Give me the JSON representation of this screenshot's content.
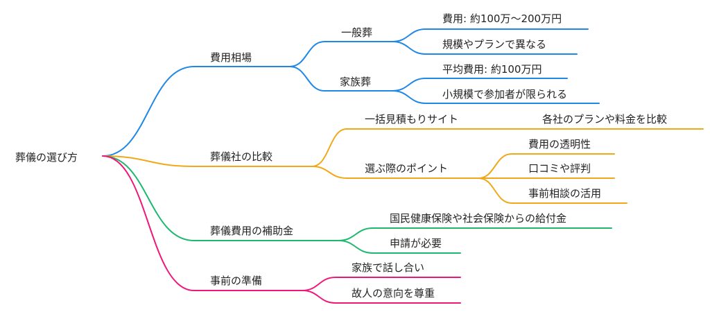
{
  "root": {
    "label": "葬儀の選び方"
  },
  "branches": [
    {
      "label": "費用相場",
      "color": "#1f87e6",
      "children": [
        {
          "label": "一般葬",
          "children": [
            {
              "label": "費用: 約100万～200万円"
            },
            {
              "label": "規模やプランで異なる"
            }
          ]
        },
        {
          "label": "家族葬",
          "children": [
            {
              "label": "平均費用: 約100万円"
            },
            {
              "label": "小規模で参加者が限られる"
            }
          ]
        }
      ]
    },
    {
      "label": "葬儀社の比較",
      "color": "#f0a818",
      "children": [
        {
          "label": "一括見積もりサイト",
          "children": [
            {
              "label": "各社のプランや料金を比較"
            }
          ]
        },
        {
          "label": "選ぶ際のポイント",
          "children": [
            {
              "label": "費用の透明性"
            },
            {
              "label": "口コミや評判"
            },
            {
              "label": "事前相談の活用"
            }
          ]
        }
      ]
    },
    {
      "label": "葬儀費用の補助金",
      "color": "#1db86e",
      "children": [
        {
          "label": "国民健康保険や社会保険からの給付金"
        },
        {
          "label": "申請が必要"
        }
      ]
    },
    {
      "label": "事前の準備",
      "color": "#f0177a",
      "children": [
        {
          "label": "家族で話し合い"
        },
        {
          "label": "故人の意向を尊重"
        }
      ]
    }
  ]
}
